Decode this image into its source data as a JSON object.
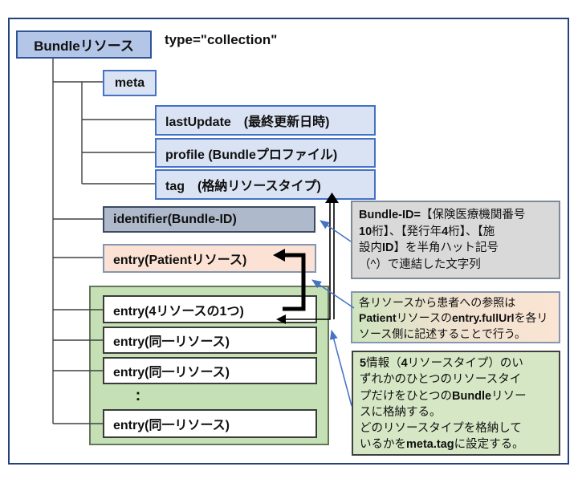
{
  "diagram_title": "Bundleリソース構造図",
  "colors": {
    "frame_border": "#24427c",
    "bundle_fill": "#b4c6e7",
    "child_fill": "#dae3f3",
    "identifier_fill": "#aeb9cb",
    "entry_patient_fill": "#fbe2d5",
    "entry_group_fill": "#c5e0b4",
    "note_gray_fill": "#d9d9d9",
    "note_green_fill": "#d6e7c5",
    "blue_arrow": "#4472c4",
    "black_arrow": "#000000"
  },
  "nodes": {
    "bundle": {
      "label": "Bundleリソース"
    },
    "type_attr": {
      "label": "type=\"collection\""
    },
    "meta": {
      "label": "meta"
    },
    "last_update": {
      "label": "lastUpdate　(最終更新日時)"
    },
    "profile": {
      "label": "profile (Bundleプロファイル)"
    },
    "tag": {
      "label": "tag　(格納リソースタイプ)"
    },
    "identifier": {
      "label": "identifier(Bundle-ID)"
    },
    "entry_patient": {
      "label": "entry(Patientリソース)"
    },
    "entry_1": {
      "label": "entry(4リソースの1つ)"
    },
    "entry_2": {
      "label": "entry(同一リソース)"
    },
    "entry_3": {
      "label": "entry(同一リソース)"
    },
    "ellipsis": {
      "label": ":"
    },
    "entry_4": {
      "label": "entry(同一リソース)"
    }
  },
  "annotations": {
    "bundle_id_note": {
      "segments": [
        {
          "t": "Bundle-ID=",
          "b": true
        },
        {
          "t": "【保険医療機関番号"
        },
        {
          "br": true
        },
        {
          "t": "10",
          "b": true
        },
        {
          "t": "桁】、【発行年"
        },
        {
          "t": "4",
          "b": true
        },
        {
          "t": "桁】、【施"
        },
        {
          "br": true
        },
        {
          "t": "設内"
        },
        {
          "t": "ID",
          "b": true
        },
        {
          "t": "】を半角ハット記号"
        },
        {
          "br": true
        },
        {
          "t": "（^）で連結した文字列"
        }
      ]
    },
    "patient_ref_note": {
      "segments": [
        {
          "t": "各リソースから患者への参照は"
        },
        {
          "br": true
        },
        {
          "t": "Patient",
          "b": true
        },
        {
          "t": "リソースの"
        },
        {
          "t": "entry.fullUrl",
          "b": true
        },
        {
          "t": "を各リ"
        },
        {
          "br": true
        },
        {
          "t": "ソース側に記述することで行う。"
        }
      ]
    },
    "bundle_content_note": {
      "segments": [
        {
          "t": "5",
          "b": true
        },
        {
          "t": "情報（"
        },
        {
          "t": "4",
          "b": true
        },
        {
          "t": "リソースタイプ）のい"
        },
        {
          "br": true
        },
        {
          "t": "ずれかのひとつのリソースタイ"
        },
        {
          "br": true
        },
        {
          "t": "プだけをひとつの"
        },
        {
          "t": "Bundle",
          "b": true
        },
        {
          "t": "リソー"
        },
        {
          "br": true
        },
        {
          "t": "スに格納する。"
        },
        {
          "br": true
        },
        {
          "t": "どのリソースタイプを格納して"
        },
        {
          "br": true
        },
        {
          "t": "いるかを"
        },
        {
          "t": "meta.tag",
          "b": true
        },
        {
          "t": "に設定する。"
        }
      ]
    }
  }
}
